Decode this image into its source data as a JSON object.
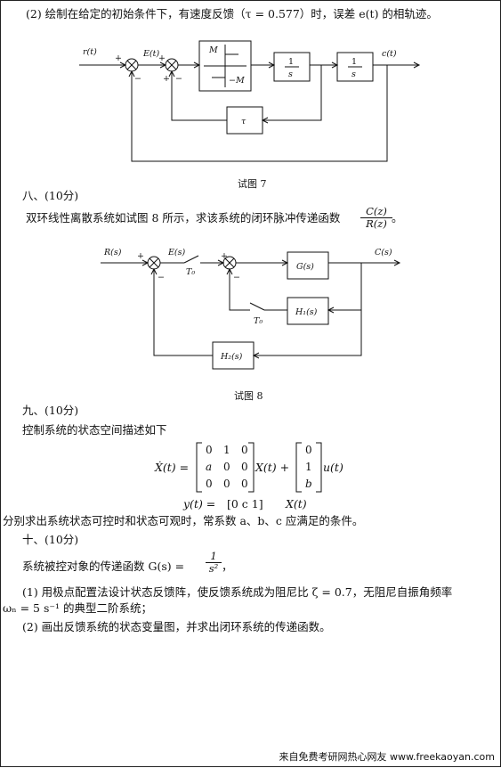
{
  "q7": {
    "part2": "(2) 绘制在给定的初始条件下，有速度反馈（τ = 0.577）时，误差 e(t) 的相轨迹。",
    "caption": "试图 7",
    "labels": {
      "input": "r(t)",
      "error": "E(t)",
      "output": "c(t)",
      "relay_pos": "M",
      "relay_neg": "−M",
      "int1_num": "1",
      "int1_den": "s",
      "int2_num": "1",
      "int2_den": "s",
      "feedback": "τ",
      "plus1": "+",
      "minus1": "−",
      "plus2": "+",
      "minus2": "−"
    }
  },
  "q8": {
    "heading": "八、(10分)",
    "text": "双环线性离散系统如试图 8 所示，求该系统的闭环脉冲传递函数",
    "frac_num": "C(z)",
    "frac_den": "R(z)",
    "end": "。",
    "caption": "试图 8",
    "labels": {
      "input": "R(s)",
      "error": "E(s)",
      "output": "C(s)",
      "sampler1": "T₀",
      "sampler2": "T₀",
      "G": "G(s)",
      "H1": "H₁(s)",
      "H2": "H₂(s)",
      "plus1": "+",
      "minus1": "−",
      "plus2": "+",
      "minus2": "−"
    }
  },
  "q9": {
    "heading": "九、(10分)",
    "intro": "控制系统的状态空间描述如下",
    "lhs": "Ẋ(t) =",
    "A": [
      [
        "0",
        "1",
        "0"
      ],
      [
        "a",
        "0",
        "0"
      ],
      [
        "0",
        "0",
        "0"
      ]
    ],
    "mid": "X(t) +",
    "B": [
      "0",
      "1",
      "b"
    ],
    "rhs": "u(t)",
    "output_lhs": "y(t) = ",
    "C": "[0   c   1]",
    "output_rhs": "X(t)",
    "question": "分别求出系统状态可控时和状态可观时，常系数 a、b、c 应满足的条件。"
  },
  "q10": {
    "heading": "十、(10分)",
    "plant_text": "系统被控对象的传递函数 G(s) =",
    "plant_num": "1",
    "plant_den": "s²",
    "plant_end": "，",
    "part1_a": "(1) 用极点配置法设计状态反馈阵，使反馈系统成为阻尼比 ζ = 0.7，无阻尼自振角频率",
    "part1_b": "ωₙ = 5 s⁻¹ 的典型二阶系统；",
    "part2": "(2) 画出反馈系统的状态变量图，并求出闭环系统的传递函数。"
  },
  "footer": "来自免费考研网热心网友 www.freekaoyan.com"
}
